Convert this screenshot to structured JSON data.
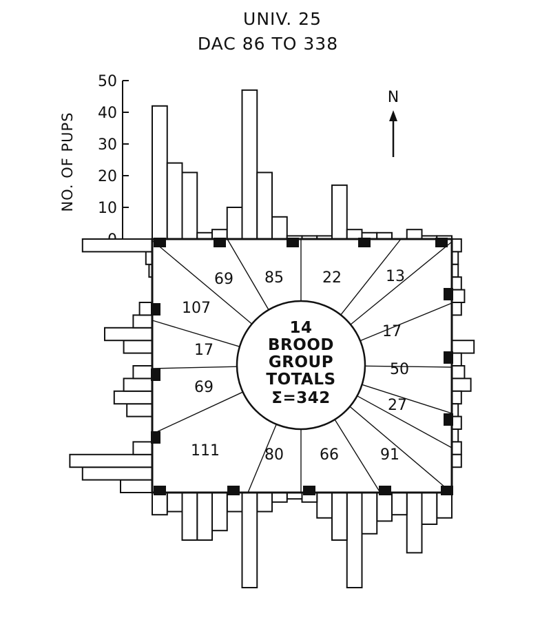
{
  "chart_data": {
    "type": "bar",
    "title": "UNIV. 25",
    "subtitle": "DAC 86 TO 338",
    "ylabel": "NO. OF PUPS",
    "yticks": [
      "50",
      "40",
      "30",
      "20",
      "10",
      "0"
    ],
    "ylim": [
      0,
      50
    ],
    "compass_label": "N",
    "center_text": [
      "14",
      "BROOD",
      "GROUP",
      "TOTALS",
      "Σ=342"
    ],
    "group_totals": {
      "top": [
        "69",
        "85",
        "22",
        "13"
      ],
      "right": [
        "17",
        "50",
        "27"
      ],
      "bottom": [
        "91",
        "66",
        "80"
      ],
      "left": [
        "111",
        "69",
        "17",
        "107"
      ]
    },
    "pups_per_bin": {
      "top": [
        42,
        24,
        21,
        2,
        3,
        10,
        47,
        21,
        7,
        1,
        1,
        1,
        17,
        3,
        2,
        2,
        0,
        3,
        1,
        1
      ],
      "right": [
        3,
        2,
        2,
        3,
        4,
        3,
        0,
        0,
        7,
        3,
        4,
        6,
        3,
        2,
        3,
        2,
        3,
        3,
        0,
        0
      ],
      "bottom": [
        8,
        10,
        19,
        7,
        9,
        13,
        30,
        15,
        8,
        3,
        2,
        3,
        6,
        30,
        6,
        12,
        15,
        15,
        6,
        7
      ],
      "left": [
        10,
        22,
        26,
        6,
        0,
        0,
        8,
        12,
        9,
        6,
        0,
        9,
        15,
        6,
        4,
        0,
        0,
        1,
        2,
        22
      ]
    }
  }
}
